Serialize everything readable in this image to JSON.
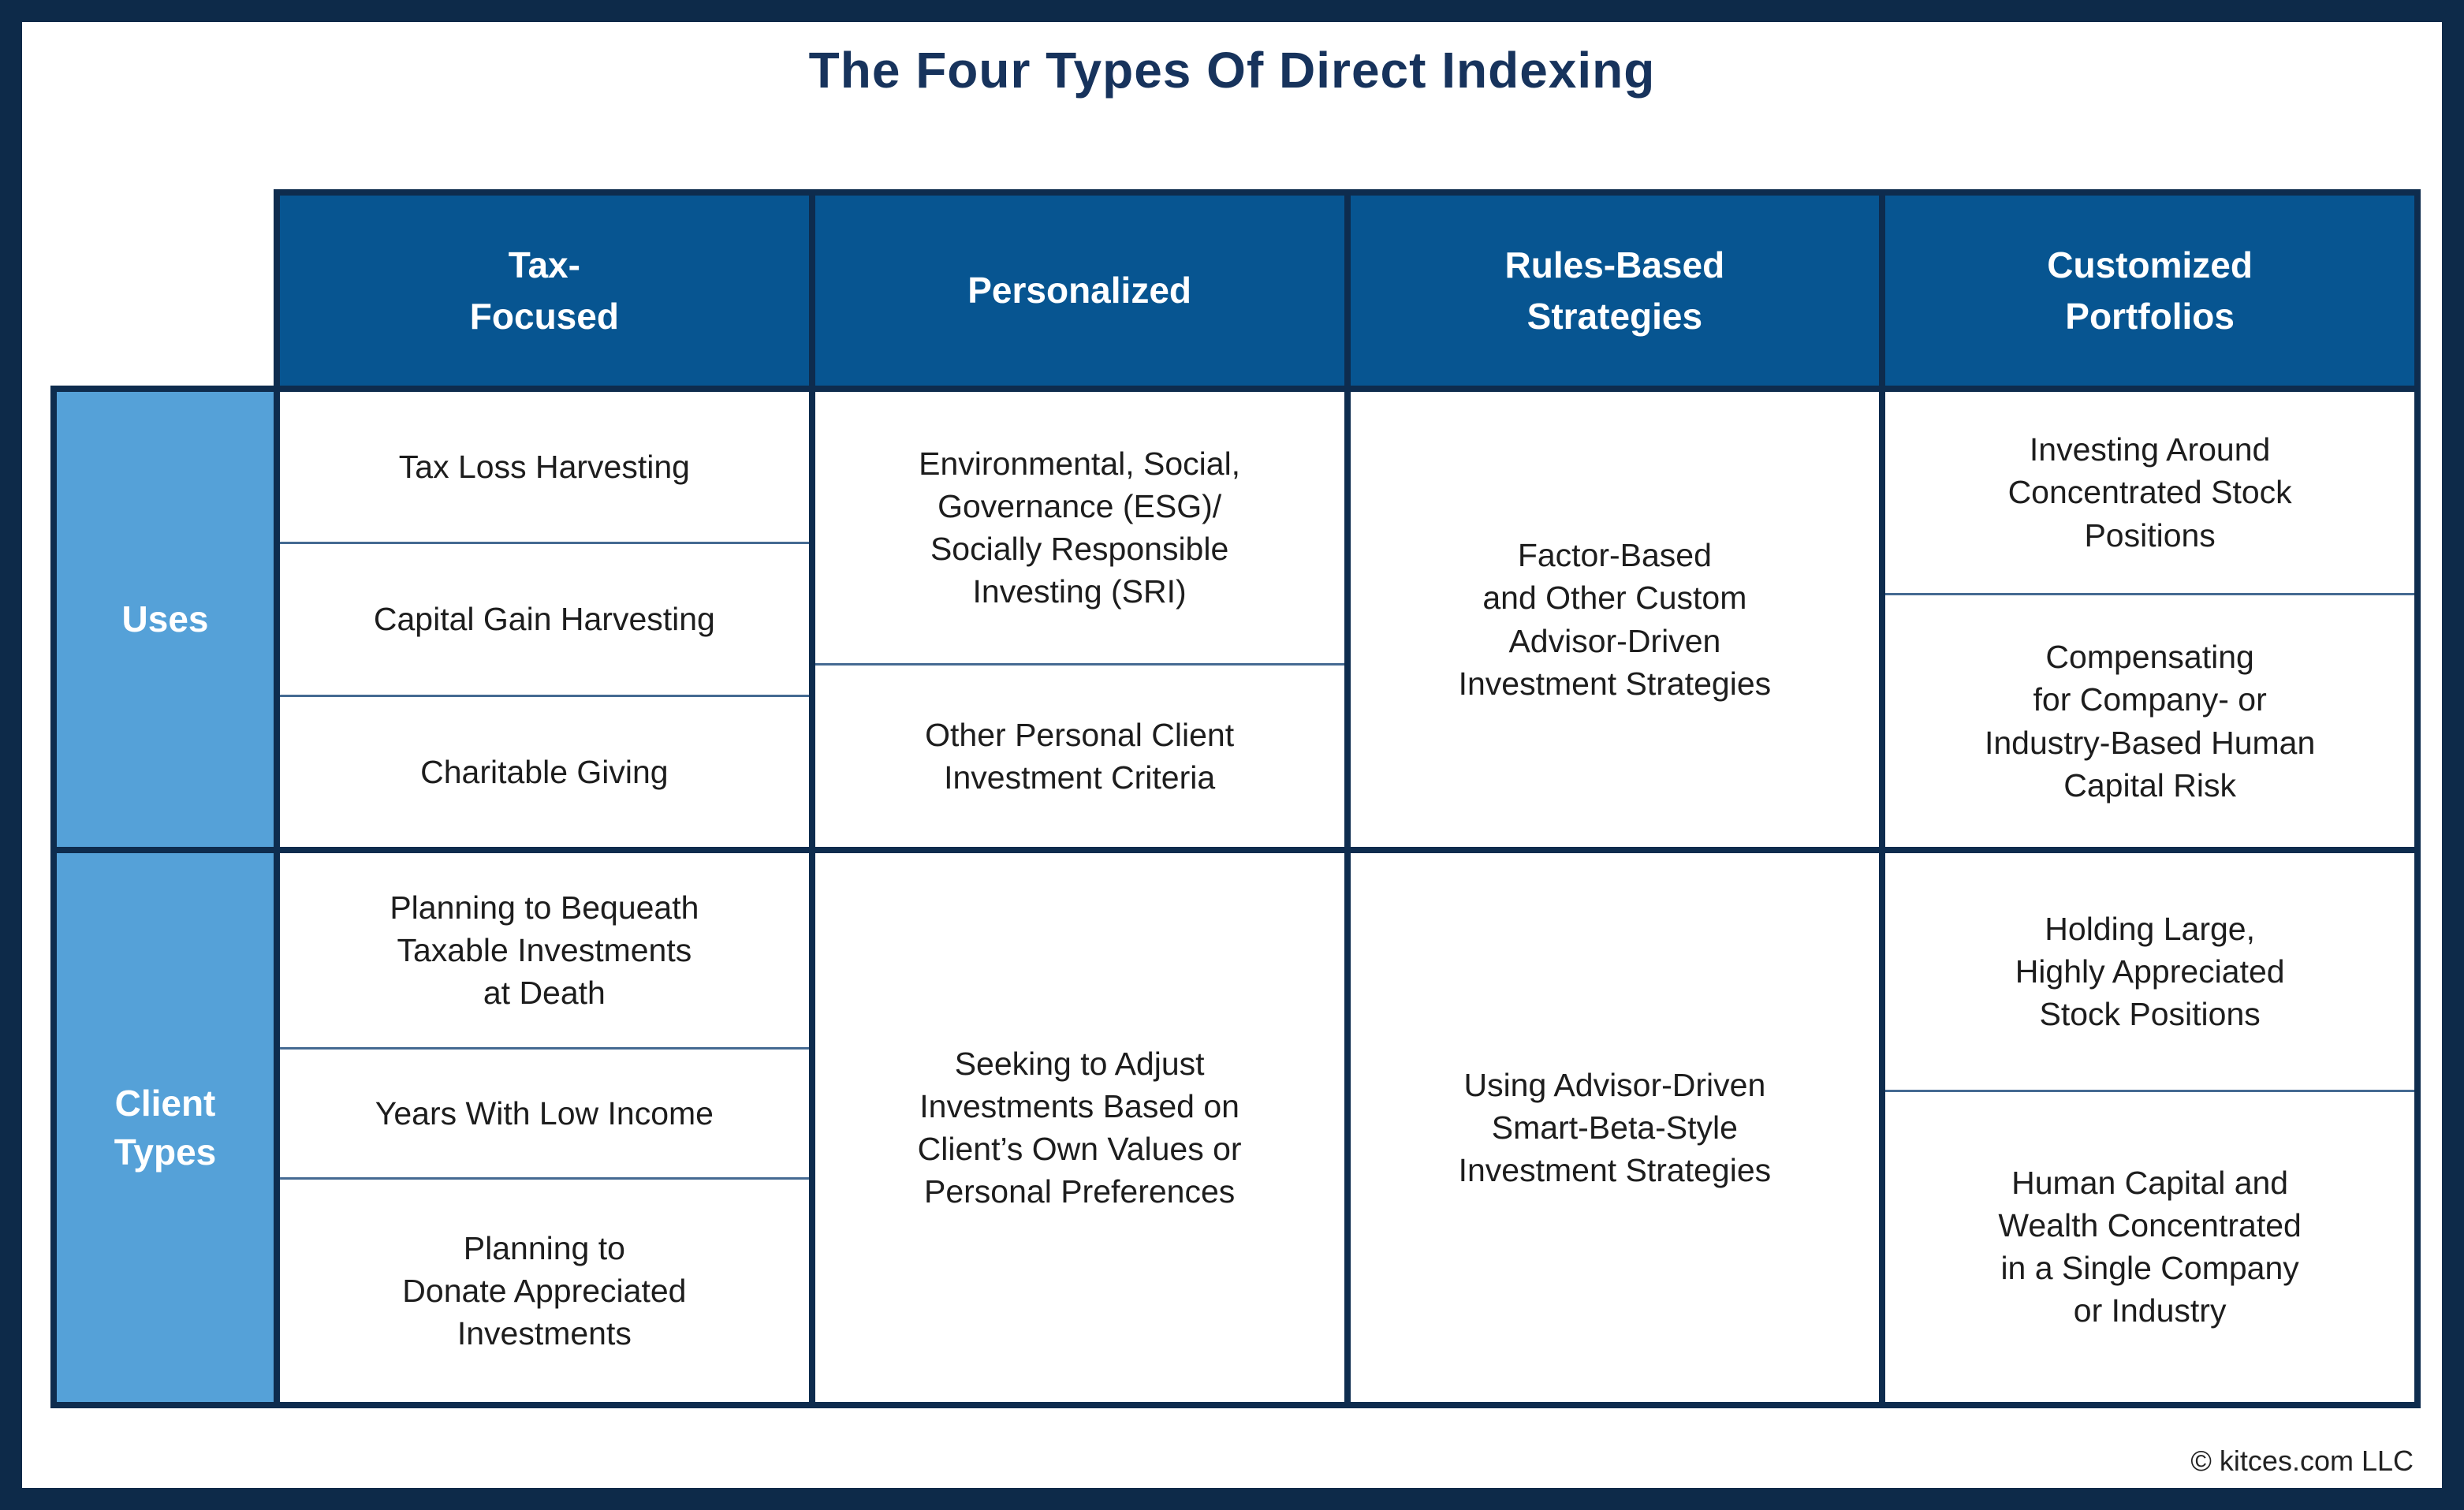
{
  "title": "The Four Types Of Direct Indexing",
  "footer": "© kitces.com LLC",
  "colors": {
    "outer_border": "#0d2a49",
    "header_bg": "#075591",
    "label_bg": "#55a1d8",
    "grid_line": "#0e2c4e",
    "thin_divider": "#456a92",
    "title_text": "#17335c",
    "cell_text": "#1d1d1d"
  },
  "table": {
    "headers": [
      "Tax-\nFocused",
      "Personalized",
      "Rules-Based\nStrategies",
      "Customized\nPortfolios"
    ],
    "rows": [
      {
        "label": "Uses",
        "tax_focused": [
          "Tax Loss Harvesting",
          "Capital Gain Harvesting",
          "Charitable Giving"
        ],
        "personalized": [
          "Environmental, Social,\nGovernance (ESG)/\nSocially Responsible\nInvesting (SRI)",
          "Other Personal Client\nInvestment Criteria"
        ],
        "rules_based": [
          "Factor-Based\nand Other Custom\nAdvisor-Driven\nInvestment Strategies"
        ],
        "customized": [
          "Investing Around\nConcentrated Stock\nPositions",
          "Compensating\nfor Company- or\nIndustry-Based Human\nCapital Risk"
        ]
      },
      {
        "label": "Client\nTypes",
        "tax_focused": [
          "Planning to Bequeath\nTaxable Investments\nat Death",
          "Years With Low Income",
          "Planning to\nDonate Appreciated\nInvestments"
        ],
        "personalized": [
          "Seeking to Adjust\nInvestments Based on\nClient’s Own Values or\nPersonal Preferences"
        ],
        "rules_based": [
          "Using Advisor-Driven\nSmart-Beta-Style\nInvestment Strategies"
        ],
        "customized": [
          "Holding Large,\nHighly Appreciated\nStock Positions",
          "Human Capital and\nWealth Concentrated\nin a Single Company\nor Industry"
        ]
      }
    ]
  }
}
